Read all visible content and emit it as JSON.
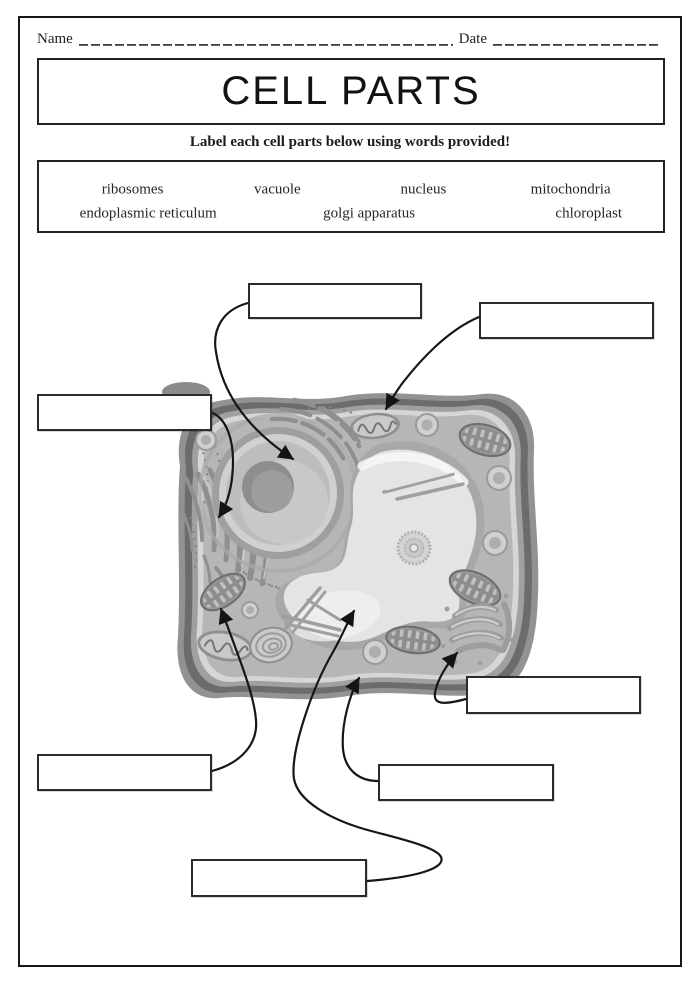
{
  "page": {
    "background": "#ffffff",
    "ink": "#1a1a1a",
    "box_border": "#2b2b2b"
  },
  "header": {
    "name_label": "Name",
    "date_label": "Date",
    "name_value": "",
    "date_value": ""
  },
  "title": {
    "text": "CELL PARTS"
  },
  "instruction": "Label each cell parts below using words provided!",
  "word_bank": {
    "words": [
      "ribosomes",
      "vacuole",
      "nucleus",
      "mitochondria",
      "endoplasmic reticulum",
      "golgi apparatus",
      "chloroplast"
    ]
  },
  "answer_boxes": [
    {
      "position": "top-center",
      "value": ""
    },
    {
      "position": "top-right",
      "value": ""
    },
    {
      "position": "middle-left",
      "value": ""
    },
    {
      "position": "right",
      "value": ""
    },
    {
      "position": "bottom-left",
      "value": ""
    },
    {
      "position": "bottom-middle-right",
      "value": ""
    },
    {
      "position": "bottom-center",
      "value": ""
    }
  ],
  "diagram": {
    "description": "grayscale plant cell illustration with blank label boxes connected by arrows"
  }
}
